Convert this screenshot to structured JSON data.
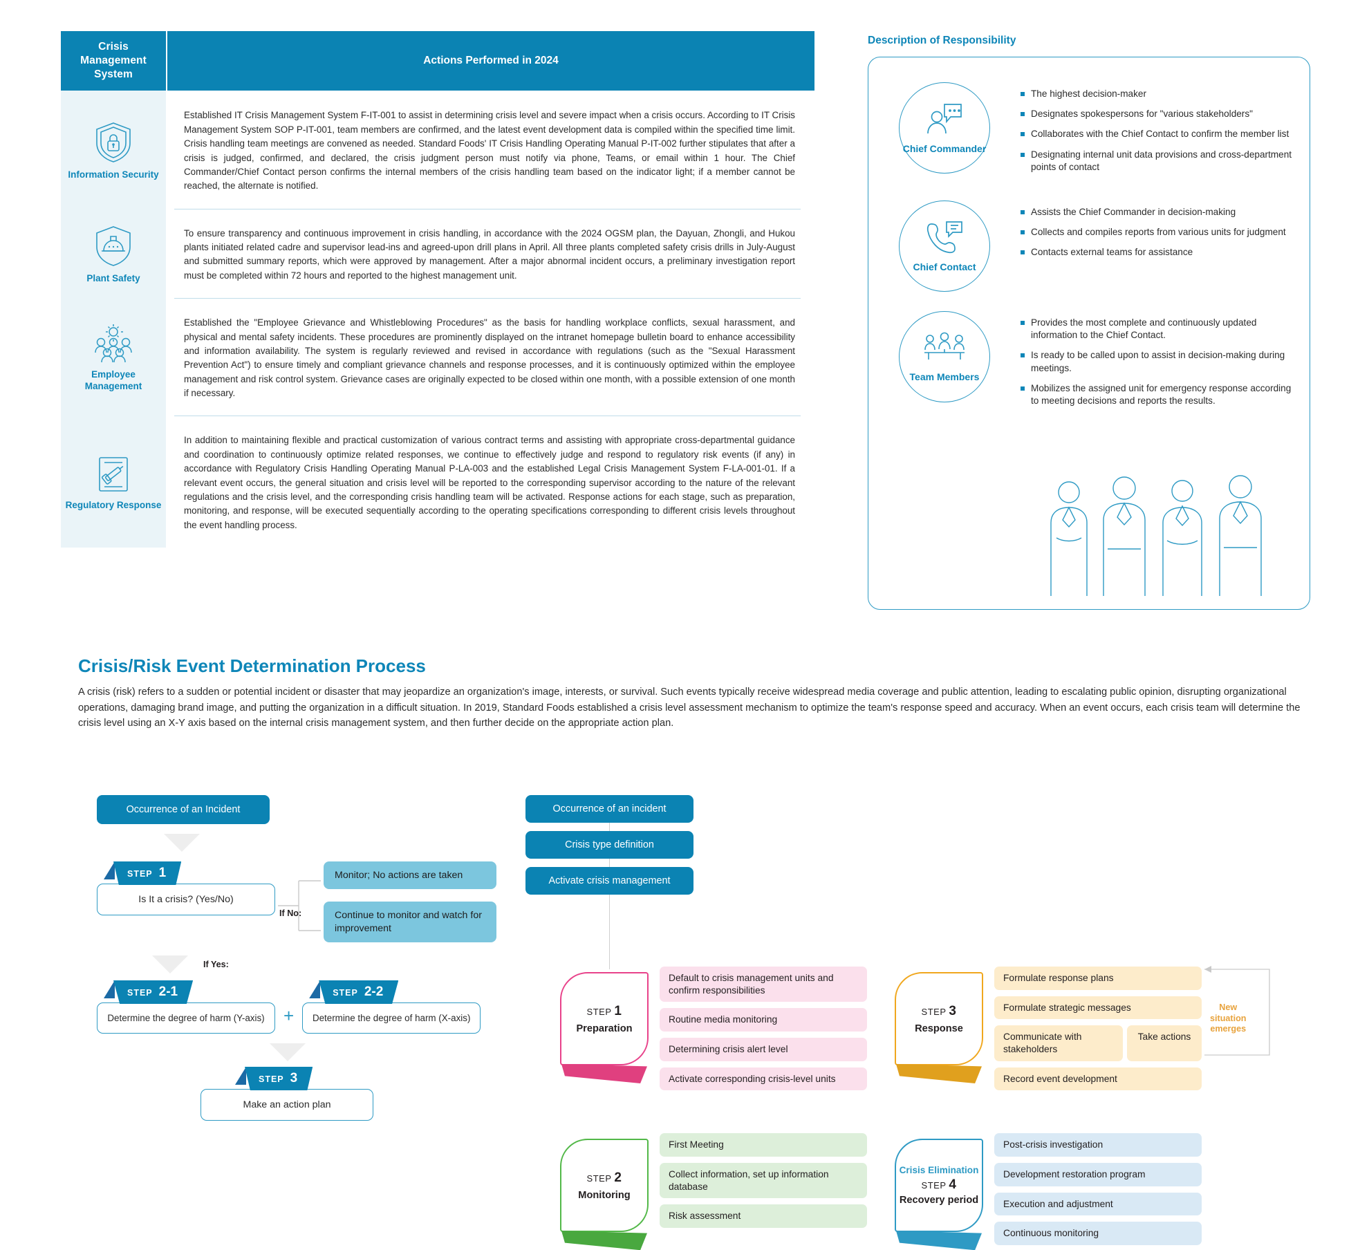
{
  "table": {
    "header_left": "Crisis Management System",
    "header_right": "Actions Performed in 2024",
    "rows": [
      {
        "icon": "shield-lock-icon",
        "label": "Information Security",
        "text": "Established IT Crisis Management System F-IT-001 to assist in determining crisis level and severe impact when a crisis occurs. According to IT Crisis Management System SOP P-IT-001, team members are confirmed, and the latest event development data is compiled within the specified time limit. Crisis handling team meetings are convened as needed. Standard Foods' IT Crisis Handling Operating Manual P-IT-002 further stipulates that after a crisis is judged, confirmed, and declared, the crisis judgment person must notify via phone, Teams, or email within 1 hour. The Chief Commander/Chief Contact person confirms the internal members of the crisis handling team based on the indicator light; if a member cannot be reached, the alternate is notified."
      },
      {
        "icon": "shield-helmet-icon",
        "label": "Plant Safety",
        "text": "To ensure transparency and continuous improvement in crisis handling, in accordance with the 2024 OGSM plan, the Dayuan, Zhongli, and Hukou plants initiated related cadre and supervisor lead-ins and agreed-upon drill plans in April. All three plants completed safety crisis drills in July-August and submitted summary reports, which were approved by management. After a major abnormal incident occurs, a preliminary investigation report must be completed within 72 hours and reported to the highest management unit."
      },
      {
        "icon": "people-gear-icon",
        "label": "Employee Management",
        "text": "Established the \"Employee Grievance and Whistleblowing Procedures\" as the basis for handling workplace conflicts, sexual harassment, and physical and mental safety incidents. These procedures are prominently displayed on the intranet homepage bulletin board to enhance accessibility and information availability. The system is regularly reviewed and revised in accordance with regulations (such as the \"Sexual Harassment Prevention Act\") to ensure timely and compliant grievance channels and response processes, and it is continuously optimized within the employee management and risk control system. Grievance cases are originally expected to be closed within one month, with a possible extension of one month if necessary."
      },
      {
        "icon": "gavel-document-icon",
        "label": "Regulatory Response",
        "text": "In addition to maintaining flexible and practical customization of various contract terms and assisting with appropriate cross-departmental guidance and coordination to continuously optimize related responses, we continue to effectively judge and respond to regulatory risk events (if any) in accordance with Regulatory Crisis Handling Operating Manual P-LA-003 and the established Legal Crisis Management System F-LA-001-01. If a relevant event occurs, the general situation and crisis level will be reported to the corresponding supervisor according to the nature of the relevant regulations and the crisis level, and the corresponding crisis handling team will be activated. Response actions for each stage, such as preparation, monitoring, and response, will be executed sequentially according to the operating specifications corresponding to different crisis levels throughout the event handling process."
      }
    ]
  },
  "responsibility": {
    "title": "Description of Responsibility",
    "roles": [
      {
        "icon": "person-speech-bubble-icon",
        "name": "Chief Commander",
        "bullets": [
          "The highest decision-maker",
          "Designates spokespersons for \"various stakeholders\"",
          "Collaborates with the Chief Contact to confirm the member list",
          "Designating internal unit data provisions and cross-department points of contact"
        ]
      },
      {
        "icon": "phone-chat-icon",
        "name": "Chief Contact",
        "bullets": [
          "Assists the Chief Commander in decision-making",
          "Collects and compiles reports from various units for judgment",
          "Contacts external teams for assistance"
        ]
      },
      {
        "icon": "team-meeting-icon",
        "name": "Team Members",
        "bullets": [
          "Provides the most complete and continuously updated information to the Chief Contact.",
          "Is ready to be called upon to assist in decision-making during meetings.",
          "Mobilizes the assigned unit for emergency response according to meeting decisions and reports the results."
        ]
      }
    ],
    "illustration": "business-team-illustration"
  },
  "section": {
    "heading": "Crisis/Risk Event Determination Process",
    "paragraph": "A crisis (risk) refers to a sudden or potential incident or disaster that may jeopardize an organization's image, interests, or survival. Such events typically receive widespread media coverage and public attention, leading to escalating public opinion, disrupting organizational operations, damaging brand image, and putting the organization in a difficult situation. In 2019, Standard Foods established a crisis level assessment mechanism to optimize the team's response speed and accuracy. When an event occurs, each crisis team will determine the crisis level using an X-Y axis based on the internal crisis management system, and then further decide on the appropriate action plan."
  },
  "left_flow": {
    "start": "Occurrence of an Incident",
    "step1": {
      "word": "STEP",
      "num": "1",
      "text": "Is It a crisis? (Yes/No)"
    },
    "if_no_label": "If No:",
    "if_yes_label": "If Yes:",
    "no_branches": [
      "Monitor; No actions are taken",
      "Continue to monitor and watch for improvement"
    ],
    "step21": {
      "word": "STEP",
      "num": "2-1",
      "text": "Determine the degree of harm (Y-axis)"
    },
    "plus": "+",
    "step22": {
      "word": "STEP",
      "num": "2-2",
      "text": "Determine the degree of harm (X-axis)"
    },
    "step3": {
      "word": "STEP",
      "num": "3",
      "text": "Make an action plan"
    }
  },
  "right_flow": {
    "top_pills": [
      "Occurrence of an incident",
      "Crisis type definition",
      "Activate crisis management"
    ],
    "stages": [
      {
        "color": "#e8428a",
        "tail_color": "#e0407f",
        "word": "STEP",
        "num": "1",
        "name": "Preparation",
        "task_bg": "#fbe0ec",
        "tasks": [
          "Default to crisis management units and confirm responsibilities",
          "Routine media monitoring",
          "Determining crisis alert level",
          "Activate corresponding crisis-level units"
        ]
      },
      {
        "color": "#52b848",
        "tail_color": "#49a83f",
        "word": "STEP",
        "num": "2",
        "name": "Monitoring",
        "task_bg": "#ddefda",
        "tasks": [
          "First Meeting",
          "Collect information, set up information database",
          "Risk assessment"
        ]
      },
      {
        "color": "#f0a71e",
        "tail_color": "#e0a01e",
        "word": "STEP",
        "num": "3",
        "name": "Response",
        "task_bg": "#fdeccb",
        "tasks": [
          "Formulate response plans",
          "Formulate strategic messages",
          "Communicate with stakeholders",
          "Record event development"
        ],
        "side_task": "Take actions"
      },
      {
        "color": "#2e9ac4",
        "tail_color": "#2e9ac4",
        "pre_label": "Crisis Elimination",
        "word": "STEP",
        "num": "4",
        "name": "Recovery period",
        "task_bg": "#d9e9f5",
        "tasks": [
          "Post-crisis investigation",
          "Development restoration program",
          "Execution and adjustment",
          "Continuous monitoring"
        ]
      }
    ],
    "new_situation": "New situation emerges"
  },
  "colors": {
    "brand_blue": "#0b83b3",
    "light_blue": "#7cc6de",
    "panel_border": "#2e9ac4",
    "row_bg": "#eaf4f8"
  }
}
